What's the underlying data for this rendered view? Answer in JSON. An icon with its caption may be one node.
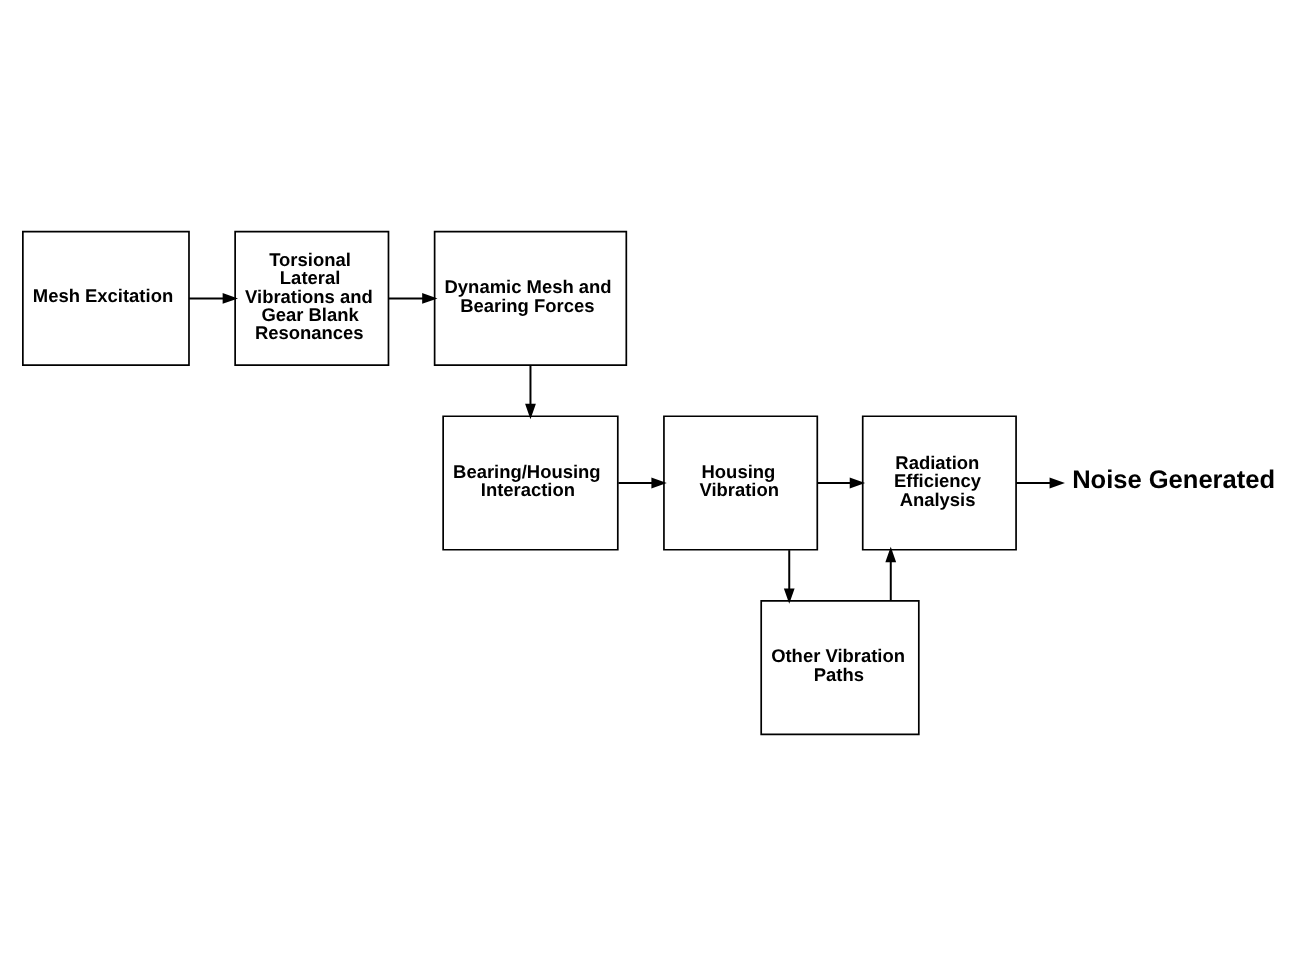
{
  "diagram": {
    "nodes": [
      {
        "text": [
          "Mesh Excitation"
        ]
      },
      {
        "text": [
          "Torsional Lateral Vibrations and Gear Blank Resonances"
        ]
      },
      {
        "text": [
          "Dynamic Mesh and Bearing Forces"
        ]
      },
      {
        "text": [
          "Bearing/Housing Interaction"
        ]
      },
      {
        "text": [
          "Housing Vibration"
        ]
      },
      {
        "text": [
          "Radiation Efficiency Analysis"
        ]
      },
      {
        "text": [
          "Noise Generated"
        ]
      },
      {
        "text": [
          "Other Vibration Paths"
        ]
      }
    ],
    "edges": [
      {
        "from": 0,
        "to": 1,
        "arrow": "to"
      },
      {
        "from": 1,
        "to": 2,
        "arrow": "to"
      },
      {
        "from": 2,
        "to": 3,
        "arrow": "to"
      },
      {
        "from": 3,
        "to": 4,
        "arrow": "to"
      },
      {
        "from": 4,
        "to": 5,
        "arrow": "to"
      },
      {
        "from": 5,
        "to": 6,
        "arrow": "to"
      },
      {
        "from": 4,
        "to": 7,
        "arrow": "to"
      },
      {
        "from": 7,
        "to": 5,
        "arrow": "to"
      }
    ]
  }
}
